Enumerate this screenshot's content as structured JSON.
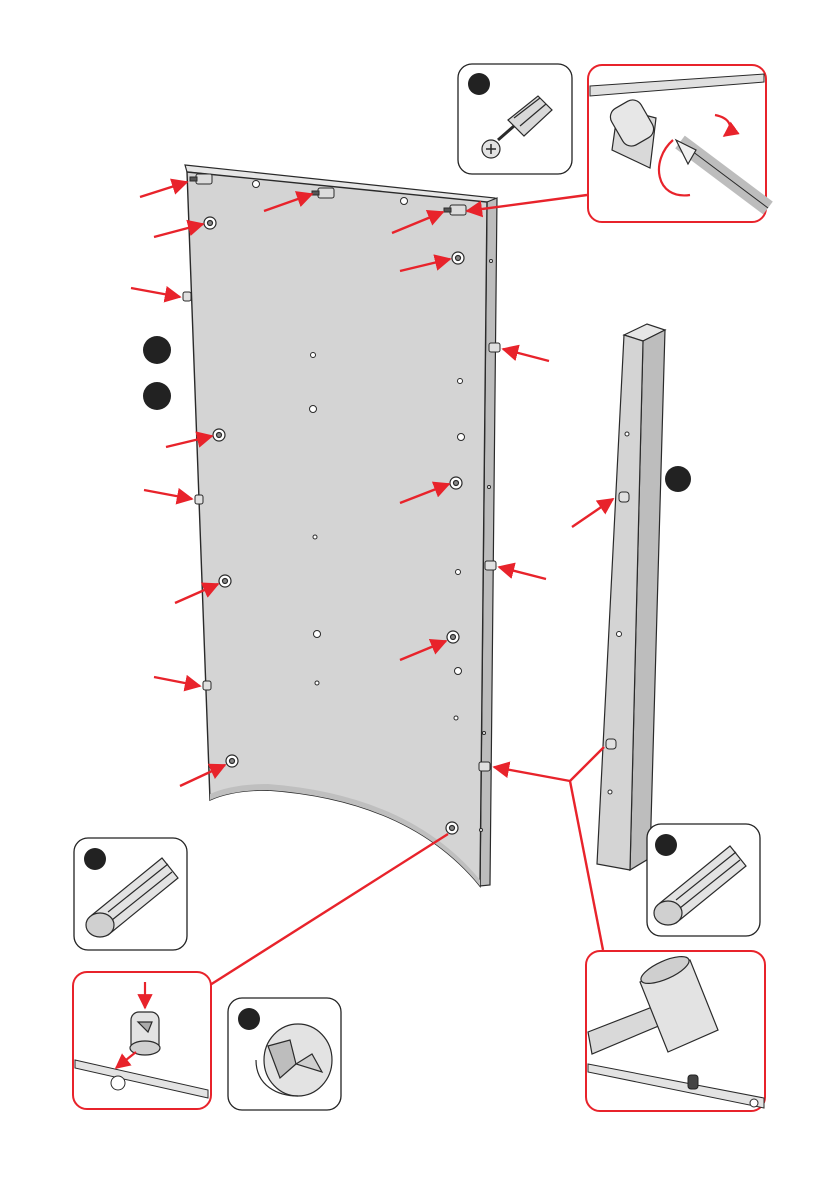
{
  "colors": {
    "panel": "#d4d4d4",
    "panel_edge": "#bdbdbd",
    "outline": "#2a2a2a",
    "arrow": "#e8232b",
    "badge": "#222222"
  },
  "parts": {
    "long_panel": "long-panel",
    "side_leg": "side-leg",
    "cam_dowel": "cam-dowel",
    "wooden_dowel": "wooden-dowel",
    "cam_lock": "cam-lock"
  },
  "icons": [
    "screwdriver-icon",
    "hammer-icon",
    "rotate-arrow-icon"
  ]
}
